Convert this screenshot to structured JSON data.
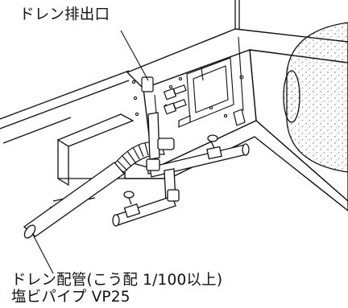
{
  "labels": {
    "drain_outlet": "ドレン排出口",
    "drain_pipe_line1": "ドレン配管(こう配 1/100以上)",
    "drain_pipe_line2": "塩ビパイプ VP25"
  },
  "colors": {
    "line": "#111111",
    "fill": "#ffffff",
    "insulation_dots": "#666666"
  }
}
